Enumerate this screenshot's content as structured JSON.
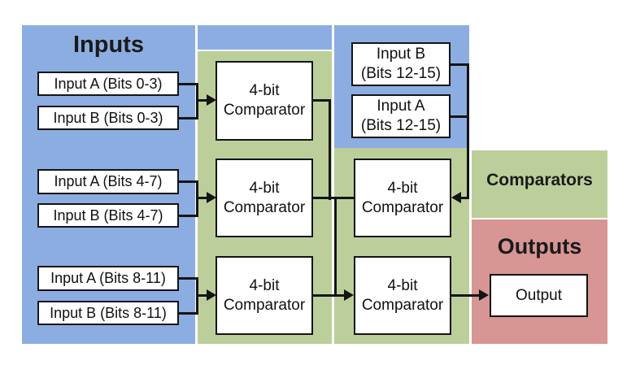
{
  "colors": {
    "inputs_region_blue": "#8CADE2",
    "comparators_region_green": "#BCCF9B",
    "outputs_region_red": "#D79593",
    "wire_and_border": "#141414",
    "box_fill": "#FFFFFF"
  },
  "regions": {
    "inputs": {
      "title": "Inputs"
    },
    "comparators": {
      "title": "Comparators"
    },
    "outputs": {
      "title": "Outputs"
    }
  },
  "input_boxes": {
    "a_0_3": "Input A (Bits 0-3)",
    "b_0_3": "Input B (Bits 0-3)",
    "a_4_7": "Input A (Bits 4-7)",
    "b_4_7": "Input B (Bits 4-7)",
    "a_8_11": "Input A (Bits 8-11)",
    "b_8_11": "Input B (Bits 8-11)",
    "b_12_15": {
      "line1": "Input B",
      "line2": "(Bits 12-15)"
    },
    "a_12_15": {
      "line1": "Input A",
      "line2": "(Bits 12-15)"
    }
  },
  "comparator_box": {
    "line1": "4-bit",
    "line2": "Comparator"
  },
  "output_box": {
    "label": "Output"
  }
}
